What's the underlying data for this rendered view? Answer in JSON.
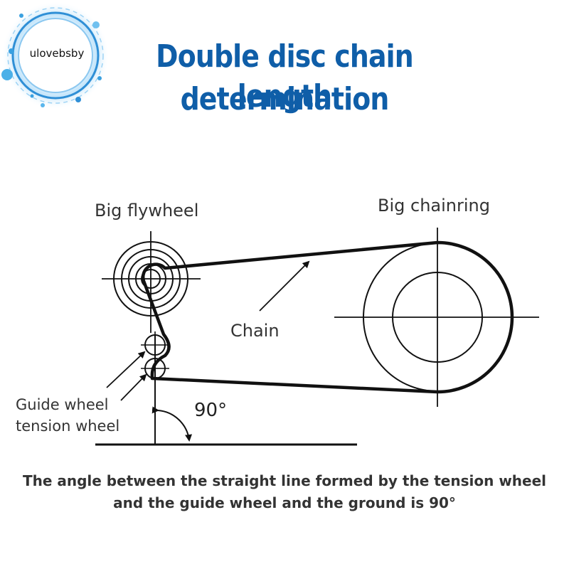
{
  "logo": {
    "text": "ulovebsby"
  },
  "title": {
    "line1": "Double disc chain length",
    "line2": "determination"
  },
  "labels": {
    "big_flywheel": "Big flywheel",
    "big_chainring": "Big chainring",
    "chain": "Chain",
    "guide_wheel": "Guide wheel",
    "tension_wheel": "tension wheel",
    "angle": "90°"
  },
  "caption": {
    "line1": "The angle between the straight line formed by the tension wheel",
    "line2": "and the guide wheel and the ground is 90°"
  },
  "colors": {
    "title": "#0f5ea8",
    "text": "#333333",
    "line": "#111111",
    "logo_ring": "#3aa0e0"
  }
}
